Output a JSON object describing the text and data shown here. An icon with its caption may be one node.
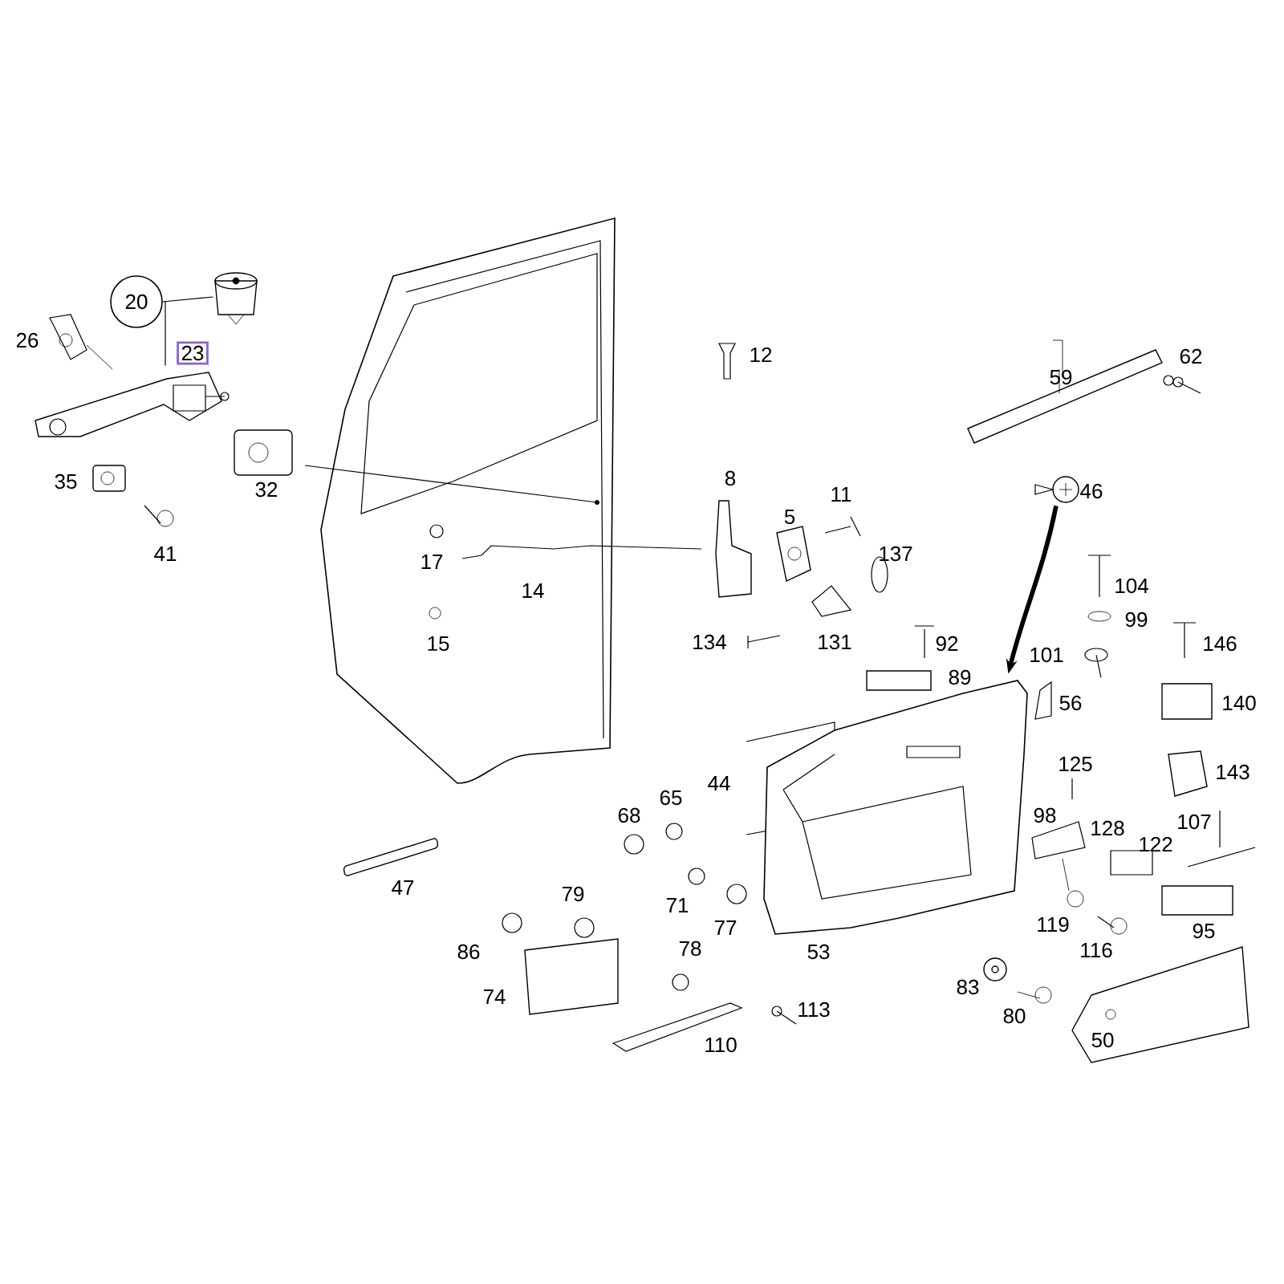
{
  "diagram": {
    "nodes": [
      {
        "text": [
          "20"
        ]
      },
      {
        "text": [
          "23"
        ]
      },
      {
        "text": [],
        "shape": "cylinder"
      },
      {
        "text": [],
        "shape": "picture"
      },
      {
        "text": [],
        "shape": "picture",
        "beside": [
          "46"
        ]
      },
      {
        "text": [],
        "shape": "picture",
        "beside": [
          "53"
        ]
      }
    ],
    "edges": [
      {
        "from": 0,
        "to": 2,
        "arrow": "none"
      },
      {
        "from": 0,
        "to": 3,
        "arrow": "none"
      },
      {
        "from": 4,
        "to": 5,
        "arrow": "to",
        "style": "thick"
      }
    ],
    "labels": [
      "26",
      "12",
      "59",
      "62",
      "35",
      "32",
      "41",
      "8",
      "11",
      "5",
      "17",
      "137",
      "14",
      "104",
      "99",
      "15",
      "134",
      "131",
      "92",
      "146",
      "101",
      "89",
      "56",
      "140",
      "44",
      "125",
      "143",
      "68",
      "65",
      "98",
      "128",
      "107",
      "122",
      "47",
      "71",
      "79",
      "77",
      "119",
      "116",
      "95",
      "86",
      "78",
      "74",
      "83",
      "80",
      "113",
      "110",
      "50"
    ]
  }
}
